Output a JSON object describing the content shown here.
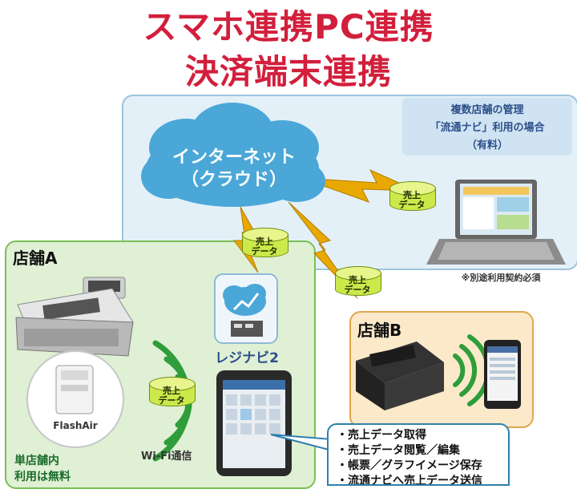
{
  "title": {
    "line1": "スマホ連携PC連携",
    "line2": "決済端末連携"
  },
  "cloud": {
    "line1": "インターネット",
    "line2": "（クラウド）"
  },
  "top_panel": {
    "line1": "複数店舗の管理",
    "line2": "「流通ナビ」利用の場合",
    "line3": "（有料）",
    "note": "※別途利用契約必須"
  },
  "data_cylinders": [
    {
      "line1": "売上",
      "line2": "データ"
    },
    {
      "line1": "売上",
      "line2": "データ"
    },
    {
      "line1": "売上",
      "line2": "データ"
    },
    {
      "line1": "売上",
      "line2": "データ"
    }
  ],
  "store_a": {
    "name": "店舗A",
    "card_label": "FlashAir",
    "free_line1": "単店舗内",
    "free_line2": "利用は無料",
    "wifi_label": "Wi-Fi通信"
  },
  "app": {
    "name": "レジナビ2"
  },
  "store_b": {
    "name": "店舗B"
  },
  "features": [
    "・売上データ取得",
    "・売上データ閲覧／編集",
    "・帳票／グラフイメージ保存",
    "・流通ナビへ売上データ送信"
  ],
  "colors": {
    "title": "#d21f3c",
    "top_panel_bg": "#e4f0f8",
    "store_a_bg": "#dff0d4",
    "store_b_bg": "#fbe9c9",
    "lightning": "#e8a800",
    "cloud": "#4aa7d8"
  }
}
